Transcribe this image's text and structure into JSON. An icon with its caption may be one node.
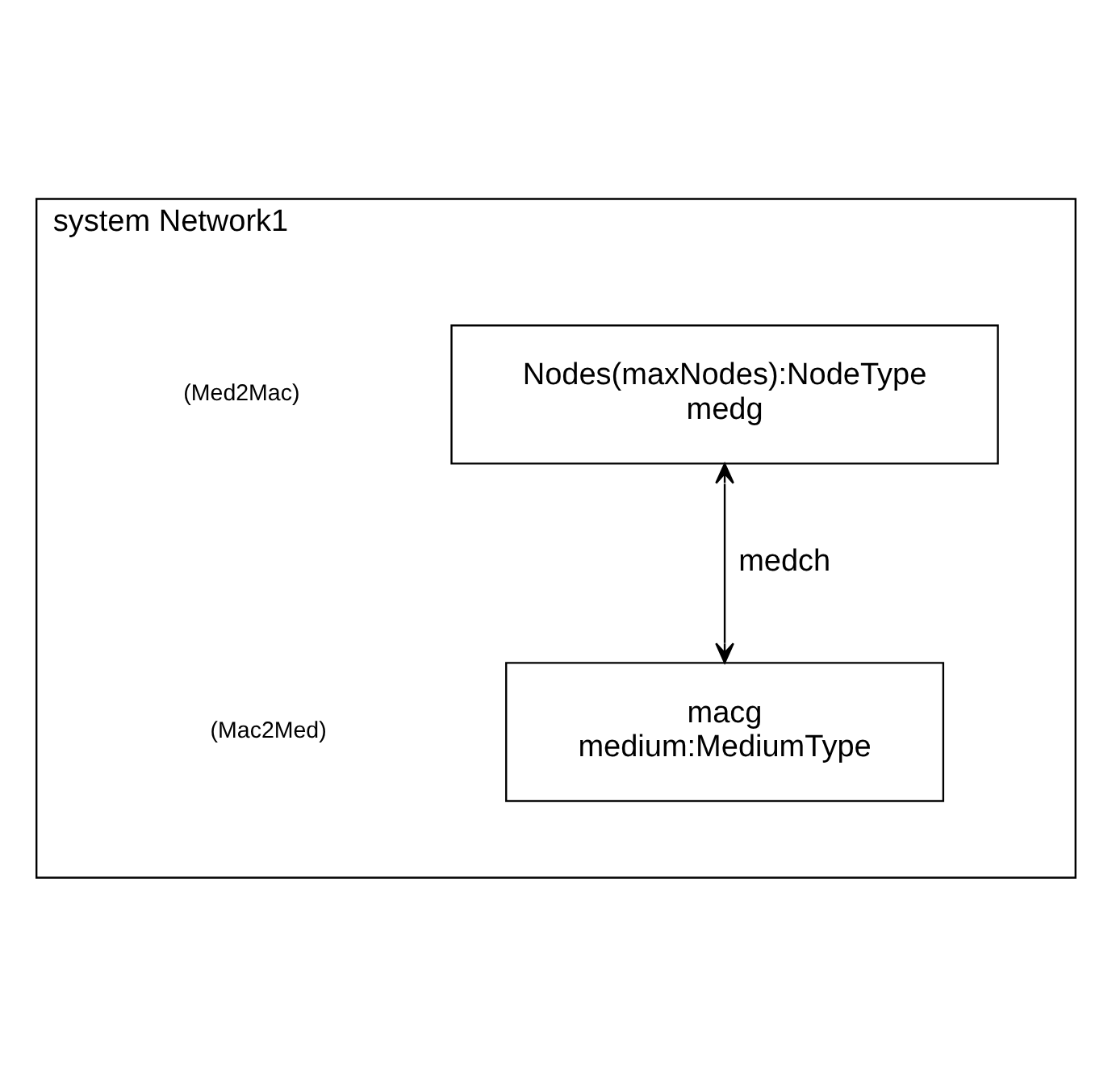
{
  "diagram": {
    "nodes": [
      {
        "text": [
          "system Network1"
        ]
      },
      {
        "text": [
          "Nodes(maxNodes):NodeType",
          "medg"
        ],
        "in": 0
      },
      {
        "text": [
          "macg",
          "medium:MediumType"
        ],
        "in": 0
      }
    ],
    "edges": [
      {
        "from": 1,
        "to": 2,
        "arrow": "both",
        "label": "medch"
      }
    ],
    "labels": [
      "(Med2Mac)",
      "(Mac2Med)"
    ]
  }
}
